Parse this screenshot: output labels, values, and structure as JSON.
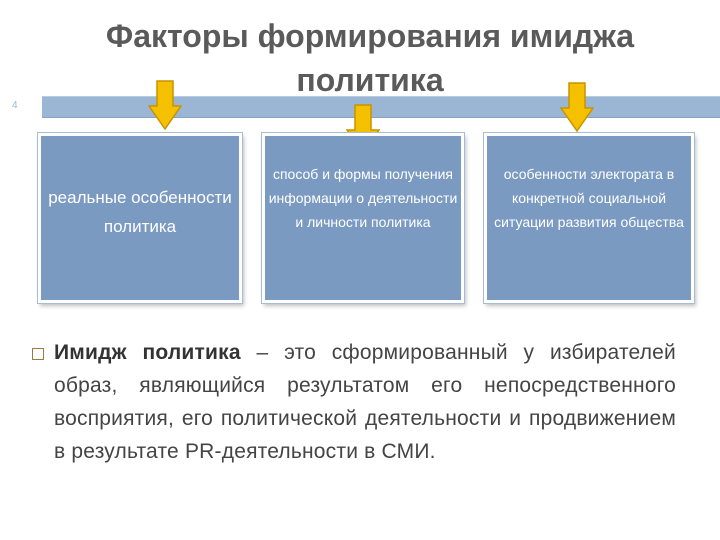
{
  "title": "Факторы формирования имиджа политика",
  "slide_number": "4",
  "colors": {
    "bar": "#9bb5d4",
    "box": "#7b9ac2",
    "arrow_fill": "#f5c000",
    "arrow_stroke": "#c89400",
    "text": "#444444",
    "title": "#5a5a5a"
  },
  "factors": [
    {
      "text": "реальные особенности политика"
    },
    {
      "text": "способ и формы получения информации о деятельности и личности политика"
    },
    {
      "text": "особенности электората в конкретной социальной ситуации развития общества"
    }
  ],
  "definition": {
    "term": "Имидж политика",
    "text": " – это сформированный у избирателей образ, являющийся результатом его непосредственного восприятия, его политической деятельности и продвижением в результате PR-деятельности в СМИ."
  },
  "icons": {
    "arrow": "down-arrow-icon",
    "bullet": "square-bullet-icon"
  }
}
